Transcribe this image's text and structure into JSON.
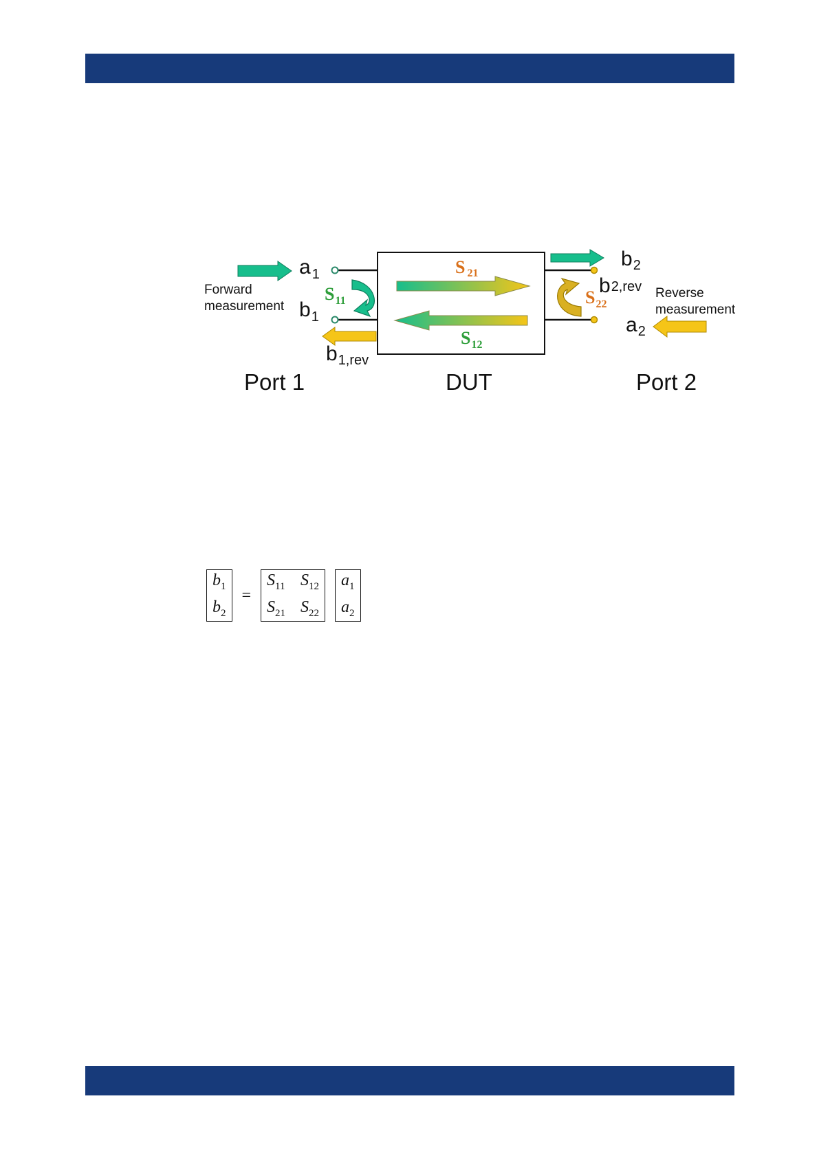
{
  "colors": {
    "band": "#173A7A",
    "green": "#17BE8C",
    "yellow": "#F5C518",
    "s_green": "#2E9E3A",
    "s_orange": "#D9701A"
  },
  "diagram": {
    "forward_line1": "Forward",
    "forward_line2": "measurement",
    "reverse_line1": "Reverse",
    "reverse_line2": "measurement",
    "a1": {
      "base": "a",
      "sub": "1"
    },
    "b1": {
      "base": "b",
      "sub": "1"
    },
    "b1rev": {
      "base": "b",
      "sub": "1,rev"
    },
    "b2": {
      "base": "b",
      "sub": "2"
    },
    "b2rev": {
      "base": "b",
      "sub": "2,rev"
    },
    "a2": {
      "base": "a",
      "sub": "2"
    },
    "s21": {
      "base": "S",
      "sub": "21"
    },
    "s12": {
      "base": "S",
      "sub": "12"
    },
    "s11": {
      "base": "S",
      "sub": "11"
    },
    "s22": {
      "base": "S",
      "sub": "22"
    },
    "port1": "Port 1",
    "dut": "DUT",
    "port2": "Port 2"
  },
  "equation": {
    "lhs": [
      [
        "b",
        "1"
      ],
      [
        "b",
        "2"
      ]
    ],
    "equals": "=",
    "matrix": [
      [
        "S",
        "11"
      ],
      [
        "S",
        "12"
      ],
      [
        "S",
        "21"
      ],
      [
        "S",
        "22"
      ]
    ],
    "rhs": [
      [
        "a",
        "1"
      ],
      [
        "a",
        "2"
      ]
    ]
  }
}
